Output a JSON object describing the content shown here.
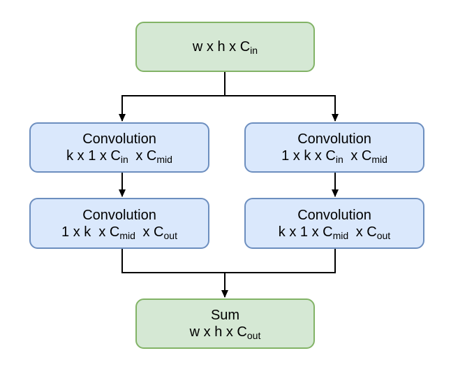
{
  "nodes": {
    "input": {
      "line1": {
        "pre": "w x h x C",
        "sub": "in"
      }
    },
    "conv_left_1": {
      "title": "Convolution",
      "line2": {
        "p1": "k x 1 x C",
        "s1": "in",
        "p2": " x C",
        "s2": "mid"
      }
    },
    "conv_right_1": {
      "title": "Convolution",
      "line2": {
        "p1": "1 x k x C",
        "s1": "in",
        "p2": " x C",
        "s2": "mid"
      }
    },
    "conv_left_2": {
      "title": "Convolution",
      "line2": {
        "p1": "1 x k  x C",
        "s1": "mid",
        "p2": " x C",
        "s2": "out"
      }
    },
    "conv_right_2": {
      "title": "Convolution",
      "line2": {
        "p1": "k x 1 x C",
        "s1": "mid",
        "p2": " x C",
        "s2": "out"
      }
    },
    "sum": {
      "title": "Sum",
      "line2": {
        "pre": "w x h x C",
        "sub": "out"
      }
    }
  },
  "colors": {
    "green_fill": "#d5e8d4",
    "green_stroke": "#82b366",
    "blue_fill": "#dae8fc",
    "blue_stroke": "#6c8ebf",
    "edge": "#000000"
  },
  "edges": [
    {
      "from": "input",
      "to": "conv_left_1"
    },
    {
      "from": "input",
      "to": "conv_right_1"
    },
    {
      "from": "conv_left_1",
      "to": "conv_left_2"
    },
    {
      "from": "conv_right_1",
      "to": "conv_right_2"
    },
    {
      "from": "conv_left_2",
      "to": "sum"
    },
    {
      "from": "conv_right_2",
      "to": "sum"
    }
  ]
}
